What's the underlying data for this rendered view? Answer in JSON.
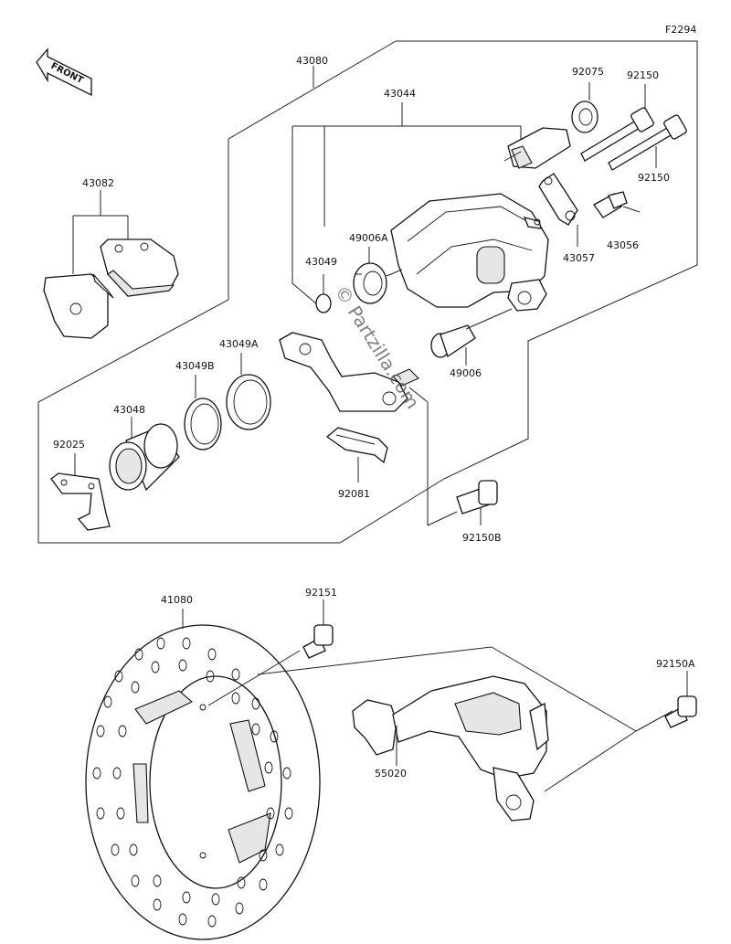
{
  "figure_code": "F2294",
  "front_badge": "FRONT",
  "watermark": "© Partzilla.com",
  "parts": {
    "p43080": "43080",
    "p43044": "43044",
    "p92075": "92075",
    "p92150_a": "92150",
    "p92150_b": "92150",
    "p43082": "43082",
    "p49006A": "49006A",
    "p43049": "43049",
    "p43057": "43057",
    "p43056": "43056",
    "p43049A": "43049A",
    "p43049B": "43049B",
    "p43048": "43048",
    "p49006": "49006",
    "p92025": "92025",
    "p92081": "92081",
    "p92150B": "92150B",
    "p41080": "41080",
    "p92151": "92151",
    "p92150A": "92150A",
    "p55020": "55020"
  }
}
